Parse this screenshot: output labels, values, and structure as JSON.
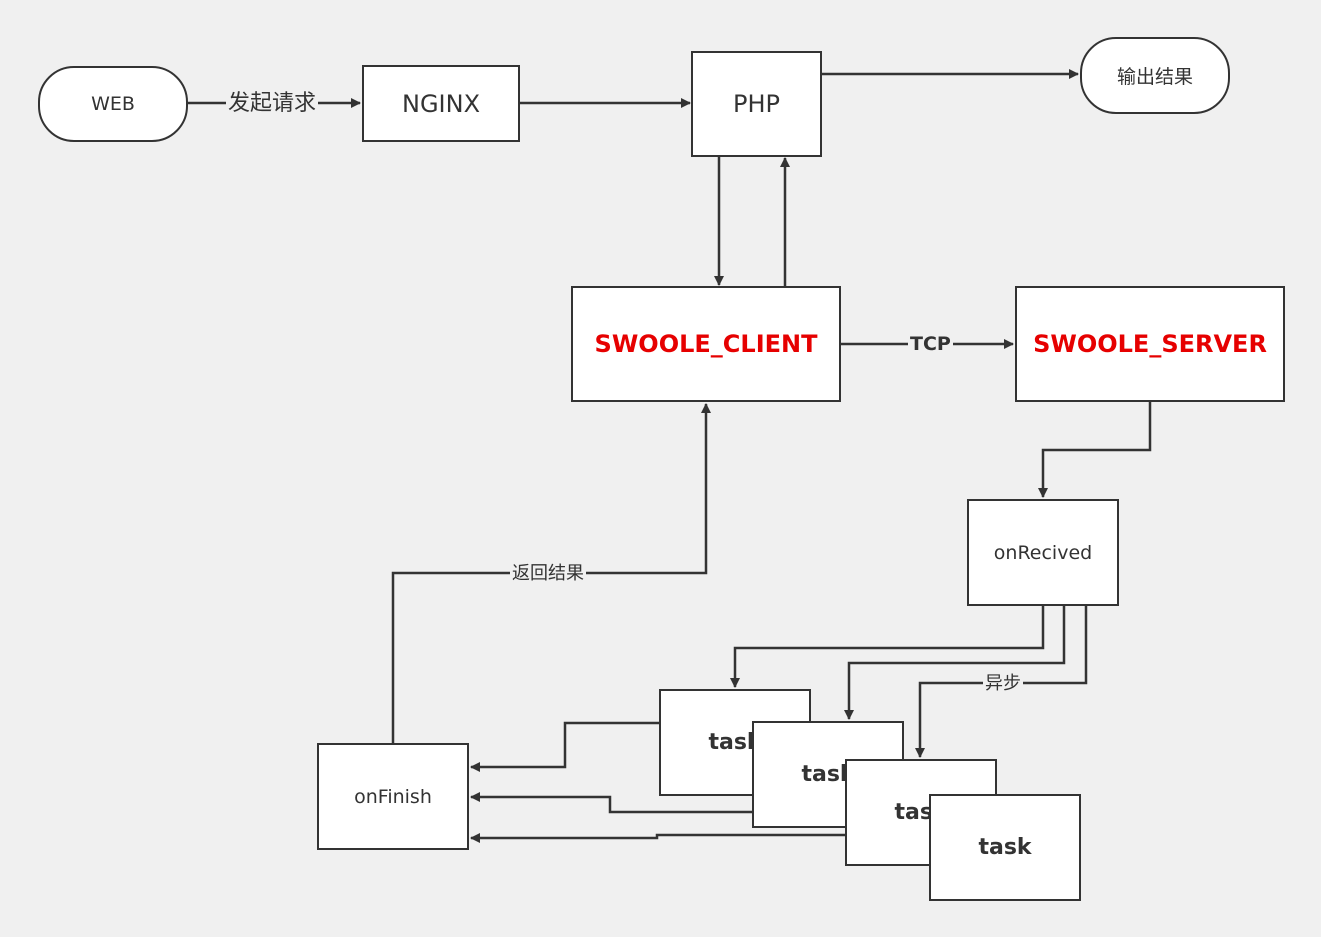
{
  "nodes": {
    "web": "WEB",
    "nginx": "NGINX",
    "php": "PHP",
    "output": "输出结果",
    "swoole_client": "SWOOLE_CLIENT",
    "swoole_server": "SWOOLE_SERVER",
    "on_recived": "onRecived",
    "on_finish": "onFinish",
    "tasks": [
      "task",
      "task",
      "task",
      "task"
    ]
  },
  "edges": {
    "send_request": "发起请求",
    "tcp": "TCP",
    "return_result": "返回结果",
    "async": "异步"
  },
  "colors": {
    "line": "#333333",
    "highlight": "#e60000",
    "background": "#f0f0f0"
  }
}
